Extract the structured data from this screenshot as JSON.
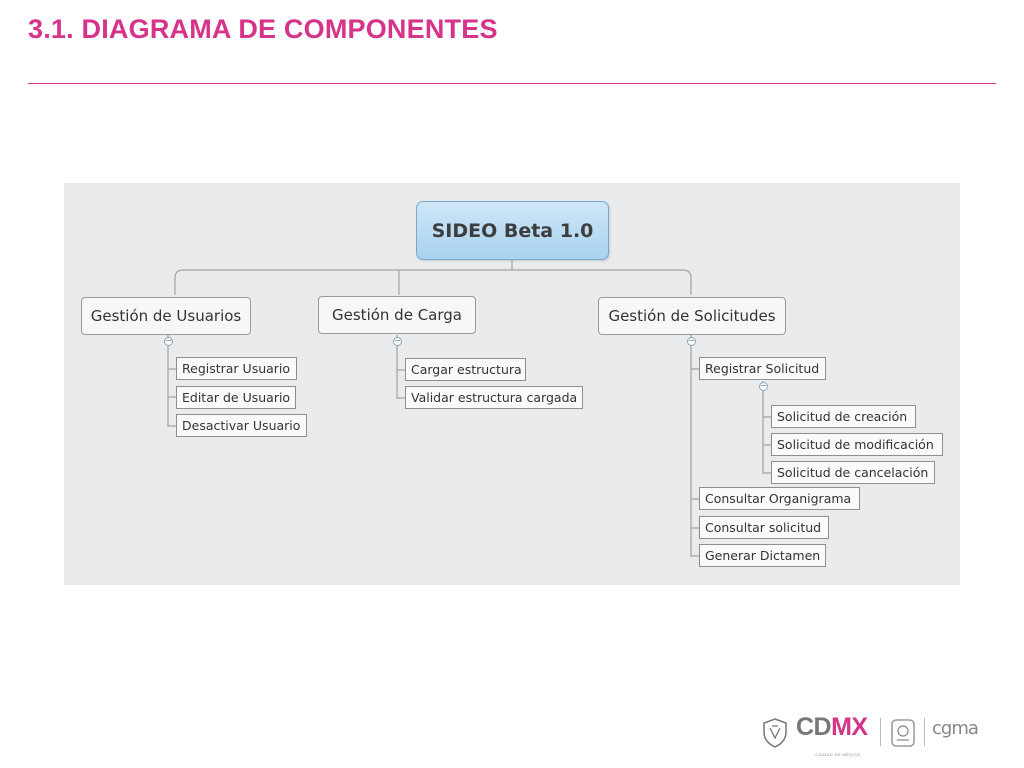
{
  "header": {
    "title": "3.1. DIAGRAMA DE COMPONENTES",
    "accent_color": "#d6338a"
  },
  "diagram": {
    "root": "SIDEO Beta 1.0",
    "branches": [
      {
        "label": "Gestión de Usuarios",
        "children": [
          "Registrar Usuario",
          "Editar de Usuario",
          "Desactivar Usuario"
        ]
      },
      {
        "label": "Gestión de Carga",
        "children": [
          "Cargar estructura",
          "Validar estructura cargada"
        ]
      },
      {
        "label": "Gestión de Solicitudes",
        "children": [
          "Registrar Solicitud",
          "Consultar Organigrama",
          "Consultar solicitud",
          "Generar Dictamen"
        ],
        "sub_children": [
          "Solicitud de creación",
          "Solicitud de modificación",
          "Solicitud de cancelación"
        ]
      }
    ],
    "collapse_symbol": "−"
  },
  "footer": {
    "cdmx_prefix": "CD",
    "cdmx_suffix": "MX",
    "cdmx_tagline": "CIUDAD DE MÉXICO",
    "cgma_text": "cgma"
  }
}
